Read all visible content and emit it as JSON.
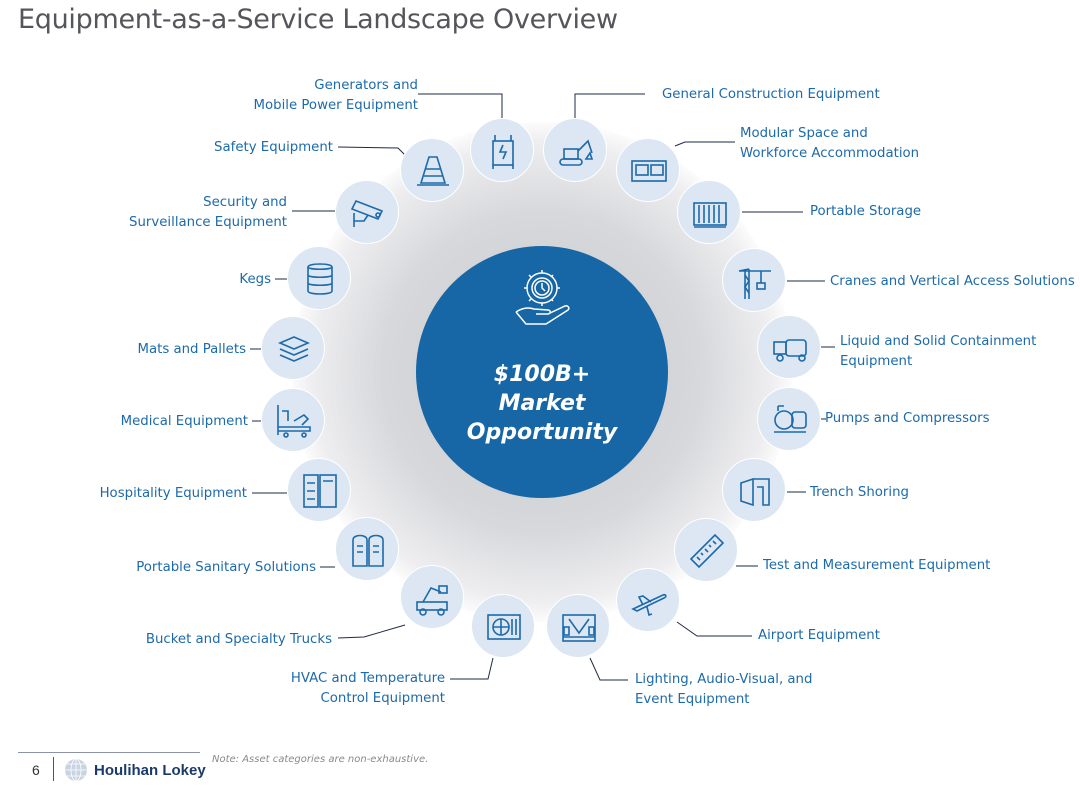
{
  "title": "Equipment-as-a-Service Landscape Overview",
  "hub": {
    "line1": "$100B+",
    "line2": "Market",
    "line3": "Opportunity",
    "icon": "gear-clock-hand-icon"
  },
  "colors": {
    "hub": "#1766a6",
    "label": "#1d6aab",
    "node": "#dce7f3",
    "title": "#55565b"
  },
  "categories": [
    {
      "label": "Generators and\nMobile Power Equipment",
      "icon": "generator-icon"
    },
    {
      "label": "General Construction Equipment",
      "icon": "excavator-icon"
    },
    {
      "label": "Modular Space and\nWorkforce Accommodation",
      "icon": "modular-building-icon"
    },
    {
      "label": "Portable Storage",
      "icon": "container-icon"
    },
    {
      "label": "Cranes and Vertical Access Solutions",
      "icon": "crane-icon"
    },
    {
      "label": "Liquid and Solid Containment\nEquipment",
      "icon": "tank-trailer-icon"
    },
    {
      "label": "Pumps and Compressors",
      "icon": "pump-icon"
    },
    {
      "label": "Trench Shoring",
      "icon": "trench-box-icon"
    },
    {
      "label": "Test and Measurement Equipment",
      "icon": "measuring-tape-icon"
    },
    {
      "label": "Airport Equipment",
      "icon": "airplane-icon"
    },
    {
      "label": "Lighting, Audio-Visual, and\nEvent Equipment",
      "icon": "stage-icon"
    },
    {
      "label": "HVAC and Temperature\nControl Equipment",
      "icon": "hvac-unit-icon"
    },
    {
      "label": "Bucket and Specialty Trucks",
      "icon": "bucket-truck-icon"
    },
    {
      "label": "Portable Sanitary Solutions",
      "icon": "portable-toilet-icon"
    },
    {
      "label": "Hospitality Equipment",
      "icon": "refrigerator-icon"
    },
    {
      "label": "Medical Equipment",
      "icon": "hospital-bed-icon"
    },
    {
      "label": "Mats and Pallets",
      "icon": "mats-stack-icon"
    },
    {
      "label": "Kegs",
      "icon": "keg-icon"
    },
    {
      "label": "Security and\nSurveillance Equipment",
      "icon": "security-camera-icon"
    },
    {
      "label": "Safety Equipment",
      "icon": "traffic-cone-icon"
    }
  ],
  "footer": {
    "page": "6",
    "logo": "Houlihan Lokey",
    "note": "Note: Asset categories are non-exhaustive."
  }
}
